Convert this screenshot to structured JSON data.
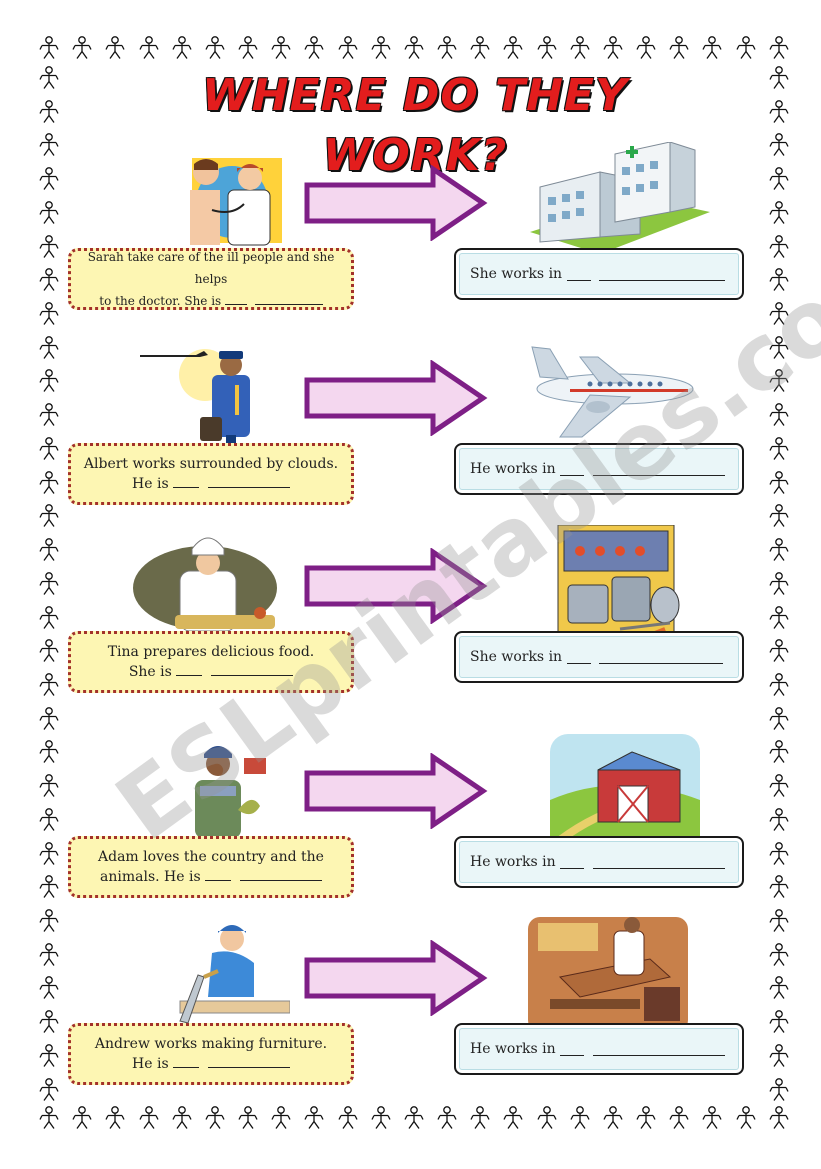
{
  "title": "WHERE DO THEY WORK?",
  "watermark": "ESLprintables.com",
  "border": {
    "icon": "stick-figure-icon"
  },
  "rows": [
    {
      "person_icon": "nurse-doctor-icon",
      "place_icon": "hospital-icon",
      "sentence_line1": "Sarah take care of the ill people and she helps",
      "sentence_line2": "to the doctor. She is",
      "answer_prefix": "She works in"
    },
    {
      "person_icon": "pilot-icon",
      "place_icon": "airplane-icon",
      "sentence_line1": "Albert works surrounded by clouds.",
      "sentence_line2": "He is",
      "answer_prefix": "He works in"
    },
    {
      "person_icon": "chef-icon",
      "place_icon": "kitchen-icon",
      "sentence_line1": "Tina prepares delicious food.",
      "sentence_line2": "She is",
      "answer_prefix": "She works in"
    },
    {
      "person_icon": "farmer-icon",
      "place_icon": "barn-icon",
      "sentence_line1": "Adam loves the country and the",
      "sentence_line2": "animals. He is",
      "answer_prefix": "He works in"
    },
    {
      "person_icon": "carpenter-icon",
      "place_icon": "workshop-icon",
      "sentence_line1": "Andrew works making furniture.",
      "sentence_line2": "He is",
      "answer_prefix": "He works in"
    }
  ]
}
